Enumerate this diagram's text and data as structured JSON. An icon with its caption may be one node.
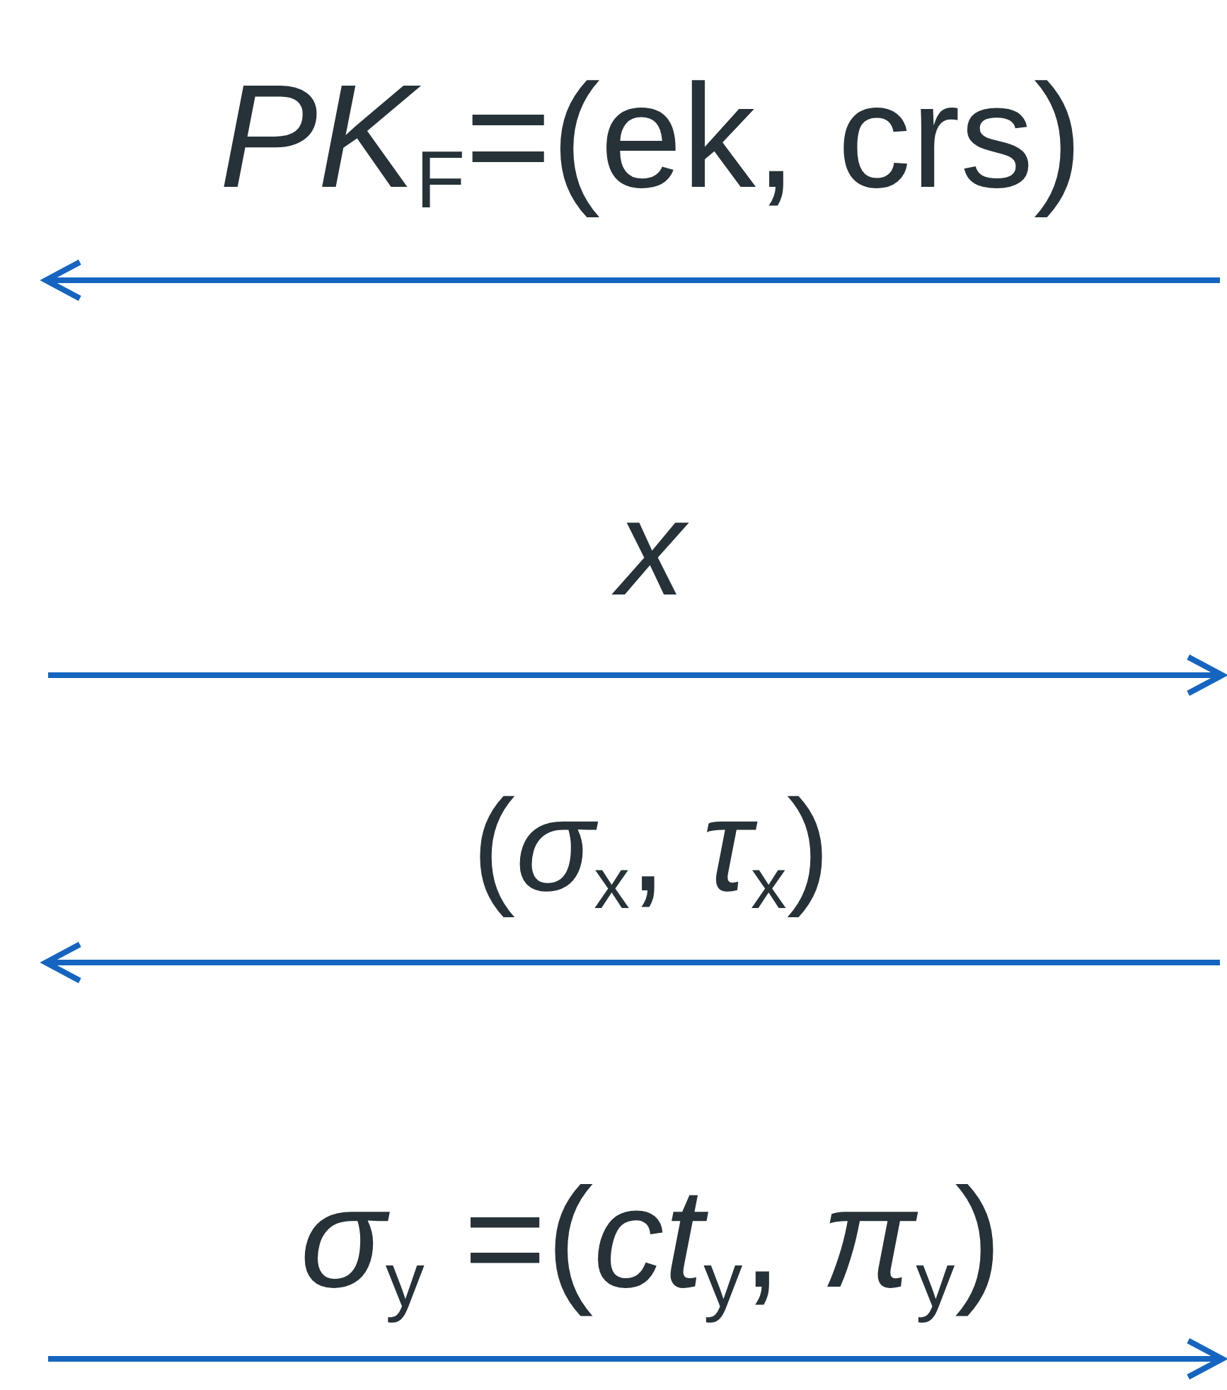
{
  "diagram": {
    "labels": [
      "*PK*$_{F}$=(ek, crs)",
      "x",
      "(*σ*$_{x}$, *τ*$_{x}$)",
      "*σ*$_{y}$ =(*ct*$_{y}$, *π*$_{y}$)"
    ]
  }
}
